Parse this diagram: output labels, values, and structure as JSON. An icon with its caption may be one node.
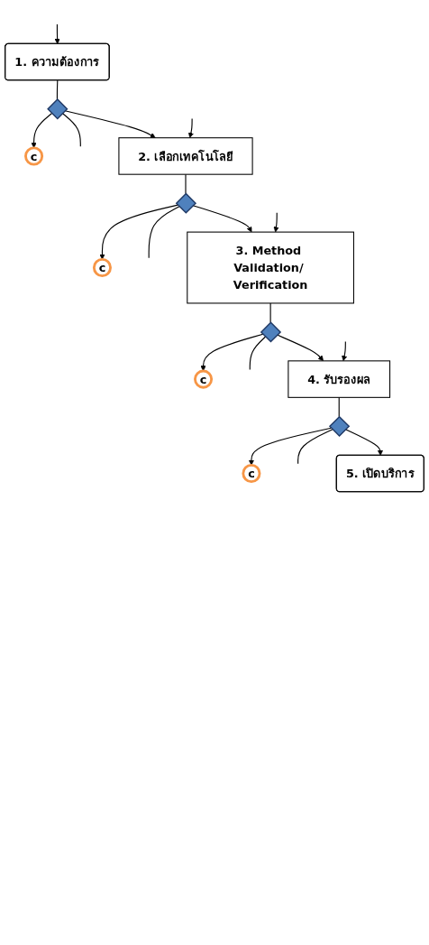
{
  "diagram": {
    "nodes": [
      {
        "text": [
          "1. ความต้องการ"
        ]
      },
      {
        "text": [
          "c"
        ]
      },
      {
        "text": [],
        "shape": "diamond"
      },
      {
        "text": [
          "2. เลือกเทคโนโลยี"
        ]
      },
      {
        "text": [
          "c"
        ]
      },
      {
        "text": [],
        "shape": "diamond"
      },
      {
        "text": [
          "3. Method Validation/ Verification"
        ]
      },
      {
        "text": [
          "c"
        ]
      },
      {
        "text": [],
        "shape": "diamond"
      },
      {
        "text": [
          "4. รับรองผล"
        ]
      },
      {
        "text": [
          "c"
        ]
      },
      {
        "text": [],
        "shape": "diamond"
      },
      {
        "text": [
          "5. เปิดบริการ"
        ]
      }
    ],
    "edges": [
      {
        "from": null,
        "to": 0,
        "arrow": "to"
      },
      {
        "from": 0,
        "to": 2,
        "arrow": "none"
      },
      {
        "from": 2,
        "to": 1,
        "arrow": "to"
      },
      {
        "from": 2,
        "to": null,
        "arrow": "none"
      },
      {
        "from": 2,
        "to": 3,
        "arrow": "to"
      },
      {
        "from": null,
        "to": 3,
        "arrow": "to"
      },
      {
        "from": 3,
        "to": 5,
        "arrow": "none"
      },
      {
        "from": 5,
        "to": 4,
        "arrow": "to"
      },
      {
        "from": 5,
        "to": null,
        "arrow": "none"
      },
      {
        "from": 5,
        "to": 6,
        "arrow": "to"
      },
      {
        "from": null,
        "to": 6,
        "arrow": "to"
      },
      {
        "from": 6,
        "to": 8,
        "arrow": "none"
      },
      {
        "from": 8,
        "to": 7,
        "arrow": "to"
      },
      {
        "from": 8,
        "to": null,
        "arrow": "none"
      },
      {
        "from": 8,
        "to": 9,
        "arrow": "to"
      },
      {
        "from": null,
        "to": 9,
        "arrow": "to"
      },
      {
        "from": 9,
        "to": 11,
        "arrow": "none"
      },
      {
        "from": 11,
        "to": 10,
        "arrow": "to"
      },
      {
        "from": 11,
        "to": null,
        "arrow": "none"
      },
      {
        "from": 11,
        "to": 12,
        "arrow": "to"
      }
    ]
  }
}
